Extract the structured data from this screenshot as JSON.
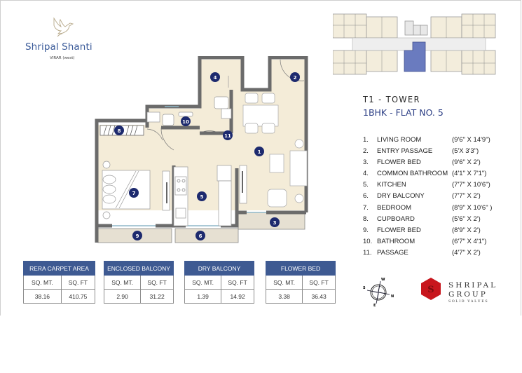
{
  "project": {
    "name": "Shripal Shanti",
    "location": "VIRAR (west)",
    "logo_icon": "dove-icon"
  },
  "heading": {
    "tower": "T1 - TOWER",
    "flat": "1BHK - FLAT NO. 5"
  },
  "key_plan": {
    "label": "key-plan",
    "highlight_color": "#6a7bbf"
  },
  "rooms": [
    {
      "no": "1.",
      "name": "LIVING ROOM",
      "dim": "(9'6\" X 14'9\")"
    },
    {
      "no": "2.",
      "name": "ENTRY PASSAGE",
      "dim": "(5'X 3'3\")"
    },
    {
      "no": "3.",
      "name": "FLOWER BED",
      "dim": "(9'6\" X 2')"
    },
    {
      "no": "4.",
      "name": "COMMON BATHROOM",
      "dim": "(4'1\" X 7'1\")"
    },
    {
      "no": "5.",
      "name": "KITCHEN",
      "dim": "(7'7\" X 10'6\")"
    },
    {
      "no": "6.",
      "name": "DRY BALCONY",
      "dim": "(7'7\" X 2')"
    },
    {
      "no": "7.",
      "name": "BEDROOM",
      "dim": "(8'9\" X 10'6\" )"
    },
    {
      "no": "8.",
      "name": "CUPBOARD",
      "dim": "(5'6\" X 2')"
    },
    {
      "no": "9.",
      "name": "FLOWER BED",
      "dim": "(8'9\"  X 2')"
    },
    {
      "no": "10.",
      "name": "BATHROOM",
      "dim": "(6'7\" X 4'1\")"
    },
    {
      "no": "11.",
      "name": "PASSAGE",
      "dim": "(4'7\" X 2')"
    }
  ],
  "plan_labels": [
    "1",
    "2",
    "3",
    "4",
    "5",
    "6",
    "7",
    "8",
    "9",
    "10",
    "11"
  ],
  "area_tables": [
    {
      "title": "RERA CARPET AREA",
      "col1": "SQ. MT.",
      "col2": "SQ. FT",
      "v1": "38.16",
      "v2": "410.75"
    },
    {
      "title": "ENCLOSED BALCONY",
      "col1": "SQ. MT.",
      "col2": "SQ. FT",
      "v1": "2.90",
      "v2": "31.22"
    },
    {
      "title": "DRY BALCONY",
      "col1": "SQ. MT.",
      "col2": "SQ. FT",
      "v1": "1.39",
      "v2": "14.92"
    },
    {
      "title": "FLOWER BED",
      "col1": "SQ. MT.",
      "col2": "SQ. FT",
      "v1": "3.38",
      "v2": "36.43"
    }
  ],
  "compass": {
    "w": "W",
    "s": "S",
    "n": "N",
    "e": "E"
  },
  "developer": {
    "line1": "SHRIPAL",
    "line2": "GROUP",
    "tagline": "SOLID VALUES",
    "mark": "S",
    "brand_color": "#c8161d"
  },
  "colors": {
    "header_blue": "#3e5a92",
    "title_blue": "#3a5a99",
    "badge_navy": "#1d2a6e",
    "floor_beige": "#f4ecd8",
    "wall_gray": "#6b6b6b"
  }
}
